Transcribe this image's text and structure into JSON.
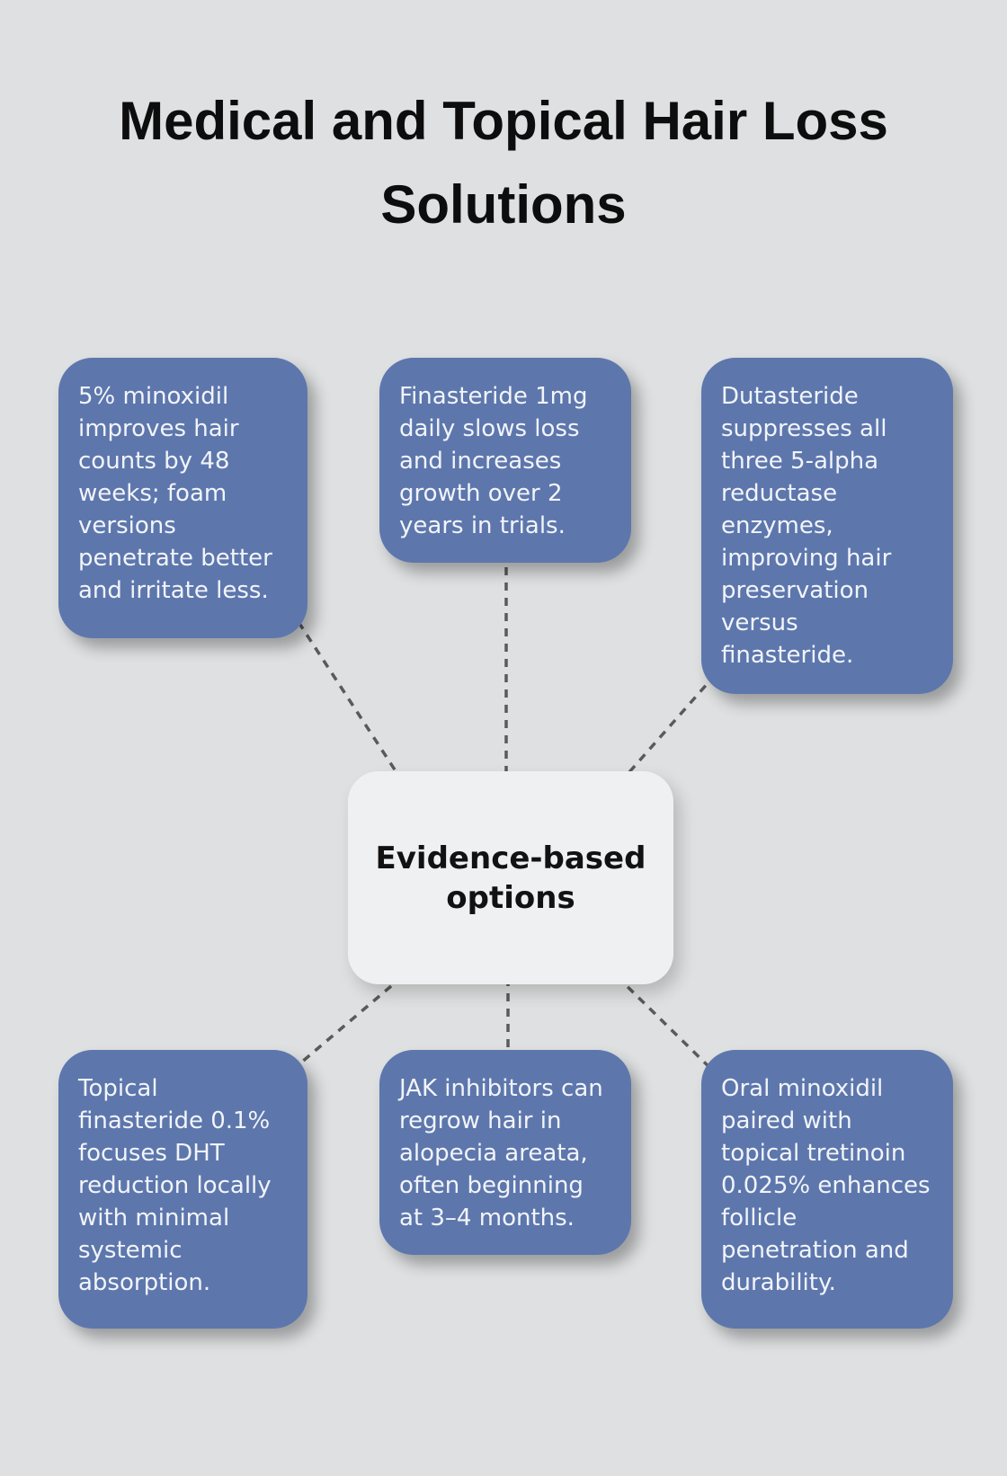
{
  "title": {
    "line1": "Medical and Topical Hair Loss",
    "line2": "Solutions"
  },
  "center_node": {
    "label": "Evidence-based\noptions"
  },
  "nodes": [
    {
      "id": "minoxidil-5-percent",
      "text": "5% minoxidil\nimproves hair\ncounts by 48\nweeks; foam\nversions\npenetrate better\nand irritate less."
    },
    {
      "id": "finasteride-1mg",
      "text": "Finasteride 1mg\ndaily slows loss\nand increases\ngrowth over 2\nyears in trials."
    },
    {
      "id": "dutasteride",
      "text": "Dutasteride\nsuppresses all\nthree 5-alpha\nreductase\nenzymes,\nimproving hair\npreservation\nversus\nfinasteride."
    },
    {
      "id": "topical-finasteride",
      "text": "Topical\nfinasteride 0.1%\nfocuses DHT\nreduction locally\nwith minimal\nsystemic\nabsorption."
    },
    {
      "id": "jak-inhibitors",
      "text": "JAK inhibitors can\nregrow hair in\nalopecia areata,\noften beginning\nat 3–4 months."
    },
    {
      "id": "oral-minoxidil",
      "text": "Oral minoxidil\npaired with\ntopical tretinoin\n0.025% enhances\nfollicle\npenetration and\ndurability."
    }
  ],
  "colors": {
    "background": "#dee0e1",
    "node_fill": "#5d77ad",
    "node_text": "#f2f4f8",
    "center_fill": "#eef0f2",
    "center_text": "#121212",
    "title_text": "#0d0d0d",
    "connector": "#5a5a5a"
  }
}
